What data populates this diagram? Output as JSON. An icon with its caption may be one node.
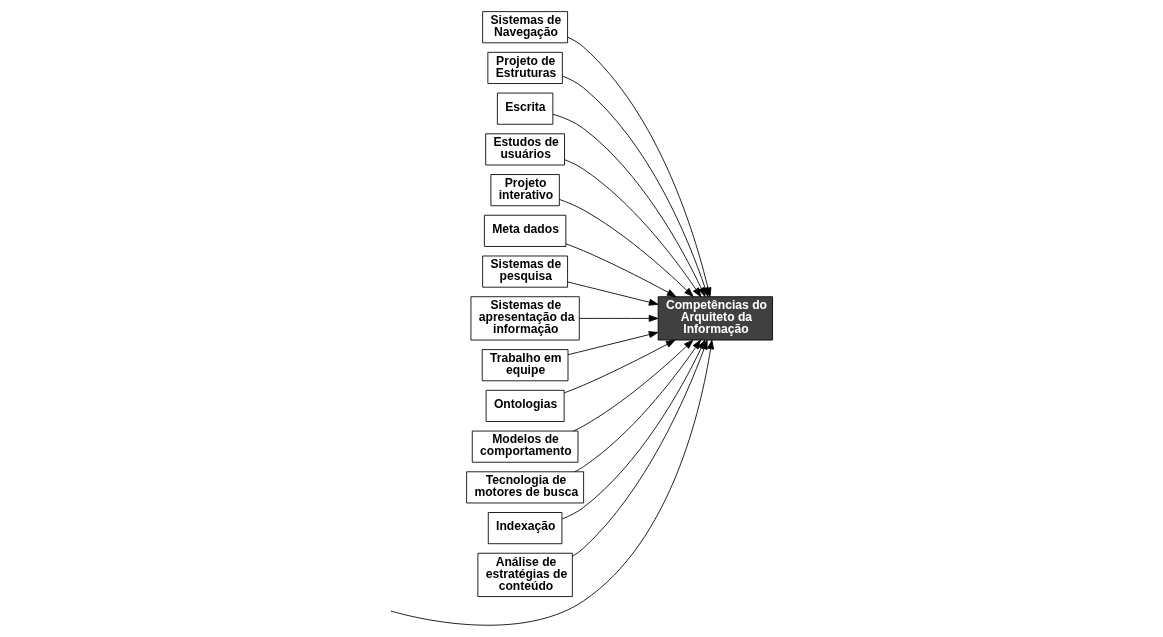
{
  "diagram": {
    "nodes": [
      {
        "text": [
          "Sistemas de Navegação"
        ]
      },
      {
        "text": [
          "Projeto de Estruturas"
        ]
      },
      {
        "text": [
          "Escrita"
        ]
      },
      {
        "text": [
          "Estudos de usuários"
        ]
      },
      {
        "text": [
          "Projeto interativo"
        ]
      },
      {
        "text": [
          "Meta dados"
        ]
      },
      {
        "text": [
          "Sistemas de pesquisa"
        ]
      },
      {
        "text": [
          "Competências do Arquiteto da Informação"
        ]
      },
      {
        "text": [
          "Sistemas de apresentação da informação"
        ]
      },
      {
        "text": [
          "Trabalho em equipe"
        ]
      },
      {
        "text": [
          "Ontologias"
        ]
      },
      {
        "text": [
          "Modelos de comportamento"
        ]
      },
      {
        "text": [
          "Tecnologia de motores de busca"
        ]
      },
      {
        "text": [
          "Indexação"
        ]
      },
      {
        "text": [
          "Análise de estratégias de conteúdo"
        ]
      }
    ],
    "edges": [
      {
        "from": null,
        "to": 7,
        "arrow": "to"
      },
      {
        "from": 0,
        "to": 7,
        "arrow": "to"
      },
      {
        "from": 1,
        "to": 7,
        "arrow": "to"
      },
      {
        "from": 2,
        "to": 7,
        "arrow": "to"
      },
      {
        "from": 3,
        "to": 7,
        "arrow": "to"
      },
      {
        "from": 4,
        "to": 7,
        "arrow": "to"
      },
      {
        "from": 5,
        "to": 7,
        "arrow": "to"
      },
      {
        "from": 6,
        "to": 7,
        "arrow": "to"
      },
      {
        "from": 8,
        "to": 7,
        "arrow": "to"
      },
      {
        "from": 9,
        "to": 7,
        "arrow": "to"
      },
      {
        "from": 10,
        "to": 7,
        "arrow": "to"
      },
      {
        "from": 11,
        "to": 7,
        "arrow": "to"
      },
      {
        "from": 12,
        "to": 7,
        "arrow": "to"
      },
      {
        "from": 13,
        "to": 7,
        "arrow": "to"
      },
      {
        "from": 14,
        "to": 7,
        "arrow": "to"
      }
    ]
  }
}
